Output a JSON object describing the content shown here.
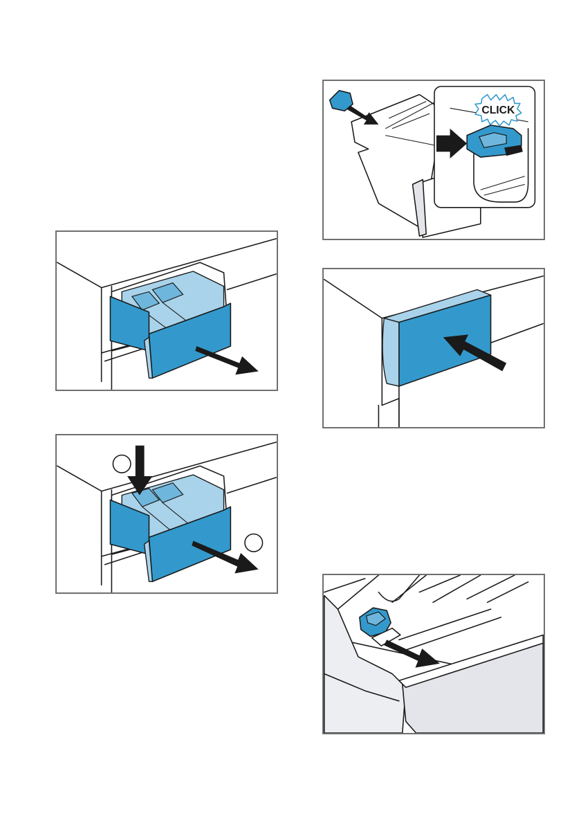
{
  "figures": [
    {
      "id": "fig1",
      "name": "pull-out-dispenser-drawer"
    },
    {
      "id": "fig2",
      "name": "press-release-and-remove-drawer"
    },
    {
      "id": "fig3",
      "name": "insert-insert-click"
    },
    {
      "id": "fig4",
      "name": "push-in-drawer"
    },
    {
      "id": "fig5",
      "name": "pull-forward-insert"
    }
  ],
  "callouts": {
    "click_label": "CLICK"
  },
  "colors": {
    "accent_blue": "#3399cc",
    "light_blue": "#a9d3ea",
    "frame_grey": "#6f6f6f",
    "panel_grey": "#e4e5ea"
  }
}
